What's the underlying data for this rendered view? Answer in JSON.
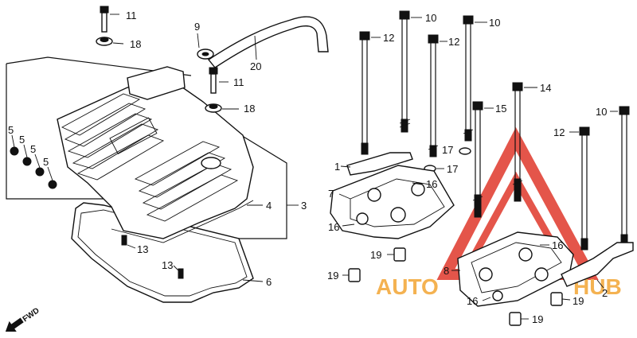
{
  "callouts": [
    {
      "id": "c11a",
      "text": "11"
    },
    {
      "id": "c18a",
      "text": "18"
    },
    {
      "id": "c9",
      "text": "9"
    },
    {
      "id": "c20",
      "text": "20"
    },
    {
      "id": "c11b",
      "text": "11"
    },
    {
      "id": "c18b",
      "text": "18"
    },
    {
      "id": "c5a",
      "text": "5"
    },
    {
      "id": "c5b",
      "text": "5"
    },
    {
      "id": "c5c",
      "text": "5"
    },
    {
      "id": "c5d",
      "text": "5"
    },
    {
      "id": "c4",
      "text": "4"
    },
    {
      "id": "c3",
      "text": "3"
    },
    {
      "id": "c13a",
      "text": "13"
    },
    {
      "id": "c13b",
      "text": "13"
    },
    {
      "id": "c6",
      "text": "6"
    },
    {
      "id": "c10a",
      "text": "10"
    },
    {
      "id": "c12a",
      "text": "12"
    },
    {
      "id": "c10b",
      "text": "10"
    },
    {
      "id": "c12b",
      "text": "12"
    },
    {
      "id": "c14",
      "text": "14"
    },
    {
      "id": "c15",
      "text": "15"
    },
    {
      "id": "c10c",
      "text": "10"
    },
    {
      "id": "c12c",
      "text": "12"
    },
    {
      "id": "c1",
      "text": "1"
    },
    {
      "id": "c17a",
      "text": "17"
    },
    {
      "id": "c17b",
      "text": "17"
    },
    {
      "id": "c7",
      "text": "7"
    },
    {
      "id": "c16a",
      "text": "16"
    },
    {
      "id": "c16b",
      "text": "16"
    },
    {
      "id": "c19a",
      "text": "19"
    },
    {
      "id": "c19b",
      "text": "19"
    },
    {
      "id": "c8",
      "text": "8"
    },
    {
      "id": "c16c",
      "text": "16"
    },
    {
      "id": "c16d",
      "text": "16"
    },
    {
      "id": "c2",
      "text": "2"
    },
    {
      "id": "c19c",
      "text": "19"
    },
    {
      "id": "c19d",
      "text": "19"
    }
  ],
  "direction_marker": "FWD",
  "watermark": {
    "text_left": "AUTO",
    "text_right": "HUB",
    "color_red": "#e0382b",
    "color_orange": "#f3a533"
  }
}
